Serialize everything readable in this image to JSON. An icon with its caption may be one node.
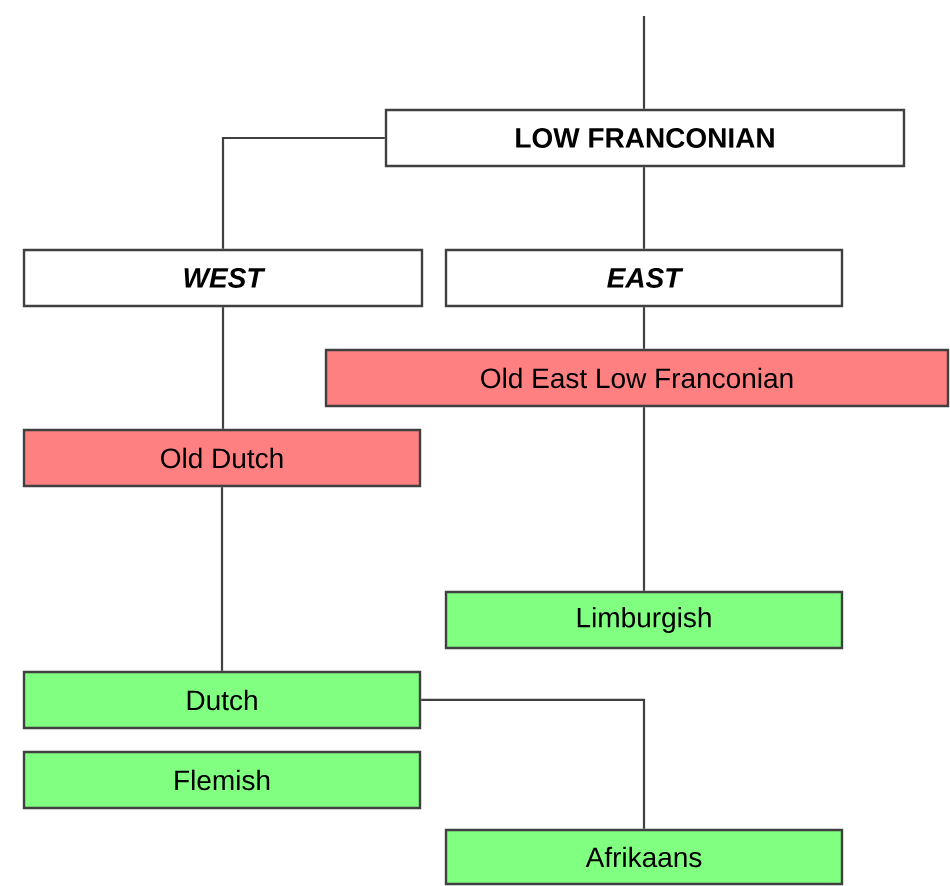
{
  "diagram": {
    "nodes": [
      {
        "text": [
          "LOW FRANCONIAN"
        ]
      },
      {
        "text": [
          "WEST"
        ]
      },
      {
        "text": [
          "EAST"
        ]
      },
      {
        "text": [
          "Old East Low Franconian"
        ]
      },
      {
        "text": [
          "Old Dutch"
        ]
      },
      {
        "text": [
          "Limburgish"
        ]
      },
      {
        "text": [
          "Dutch"
        ]
      },
      {
        "text": [
          "Flemish"
        ]
      },
      {
        "text": [
          "Afrikaans"
        ]
      }
    ],
    "edges": [
      {
        "from": null,
        "to": 0,
        "arrow": "none"
      },
      {
        "from": 0,
        "to": 1,
        "arrow": "none"
      },
      {
        "from": 0,
        "to": 2,
        "arrow": "none"
      },
      {
        "from": 2,
        "to": 3,
        "arrow": "none"
      },
      {
        "from": 1,
        "to": 4,
        "arrow": "none"
      },
      {
        "from": 3,
        "to": 5,
        "arrow": "none"
      },
      {
        "from": 4,
        "to": 6,
        "arrow": "none"
      },
      {
        "from": 6,
        "to": 8,
        "arrow": "none"
      }
    ]
  }
}
